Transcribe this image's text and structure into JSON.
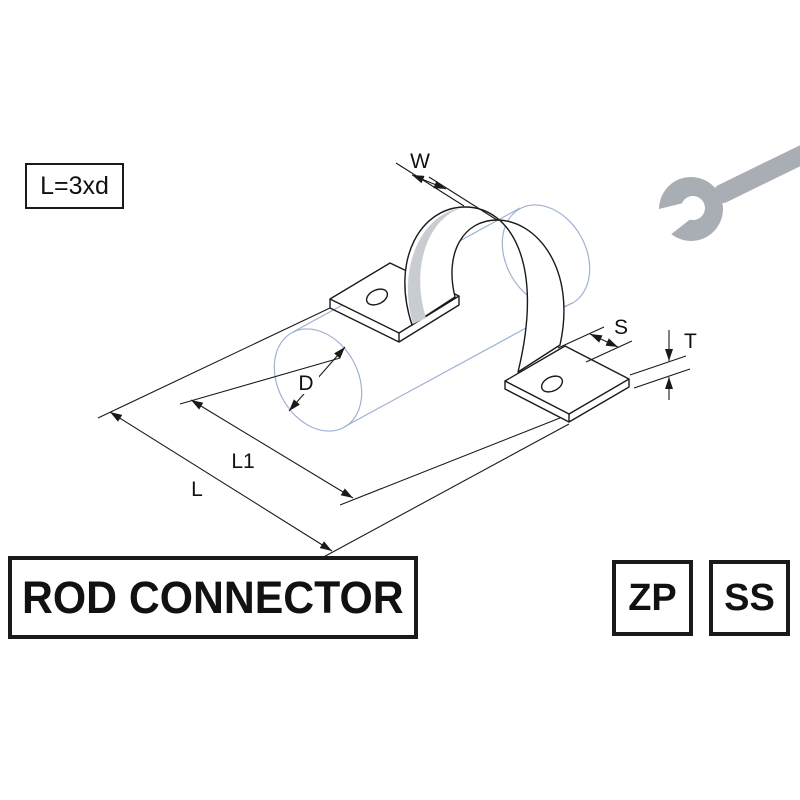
{
  "formula": {
    "label": "L=3xd"
  },
  "title": {
    "label": "ROD CONNECTOR"
  },
  "finish_badges": [
    {
      "code": "ZP"
    },
    {
      "code": "SS"
    }
  ],
  "diagram": {
    "labels": {
      "width": "W",
      "clearance": "S",
      "thickness": "T",
      "diameter": "D",
      "inner_length": "L1",
      "overall_length": "L"
    },
    "colors": {
      "rod_outline": "#9fb1d3",
      "clamp_outline": "#1a1a1a",
      "shading": "#c9cdd2",
      "wrench": "#a9aeb5"
    }
  }
}
